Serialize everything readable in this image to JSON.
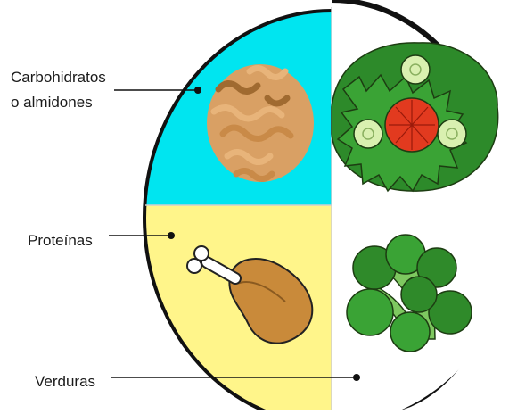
{
  "labels": {
    "carbohidratos_line1": "Carbohidratos",
    "carbohidratos_line2": "o almidones",
    "proteinas": "Proteínas",
    "verduras": "Verduras"
  },
  "sections": [
    {
      "name": "Carbohidratos o almidones",
      "color": "#00e5f0",
      "icon": "pasta-icon"
    },
    {
      "name": "Proteínas",
      "color": "#fff58a",
      "icon": "chicken-drumstick-icon"
    },
    {
      "name": "Verduras",
      "color": "#ffffff",
      "icons": [
        "salad-icon",
        "broccoli-icon"
      ]
    }
  ],
  "colors": {
    "plate_rim": "#111111",
    "carbs": "#00e5f0",
    "protein": "#fff58a",
    "vegetables": "#ffffff"
  }
}
